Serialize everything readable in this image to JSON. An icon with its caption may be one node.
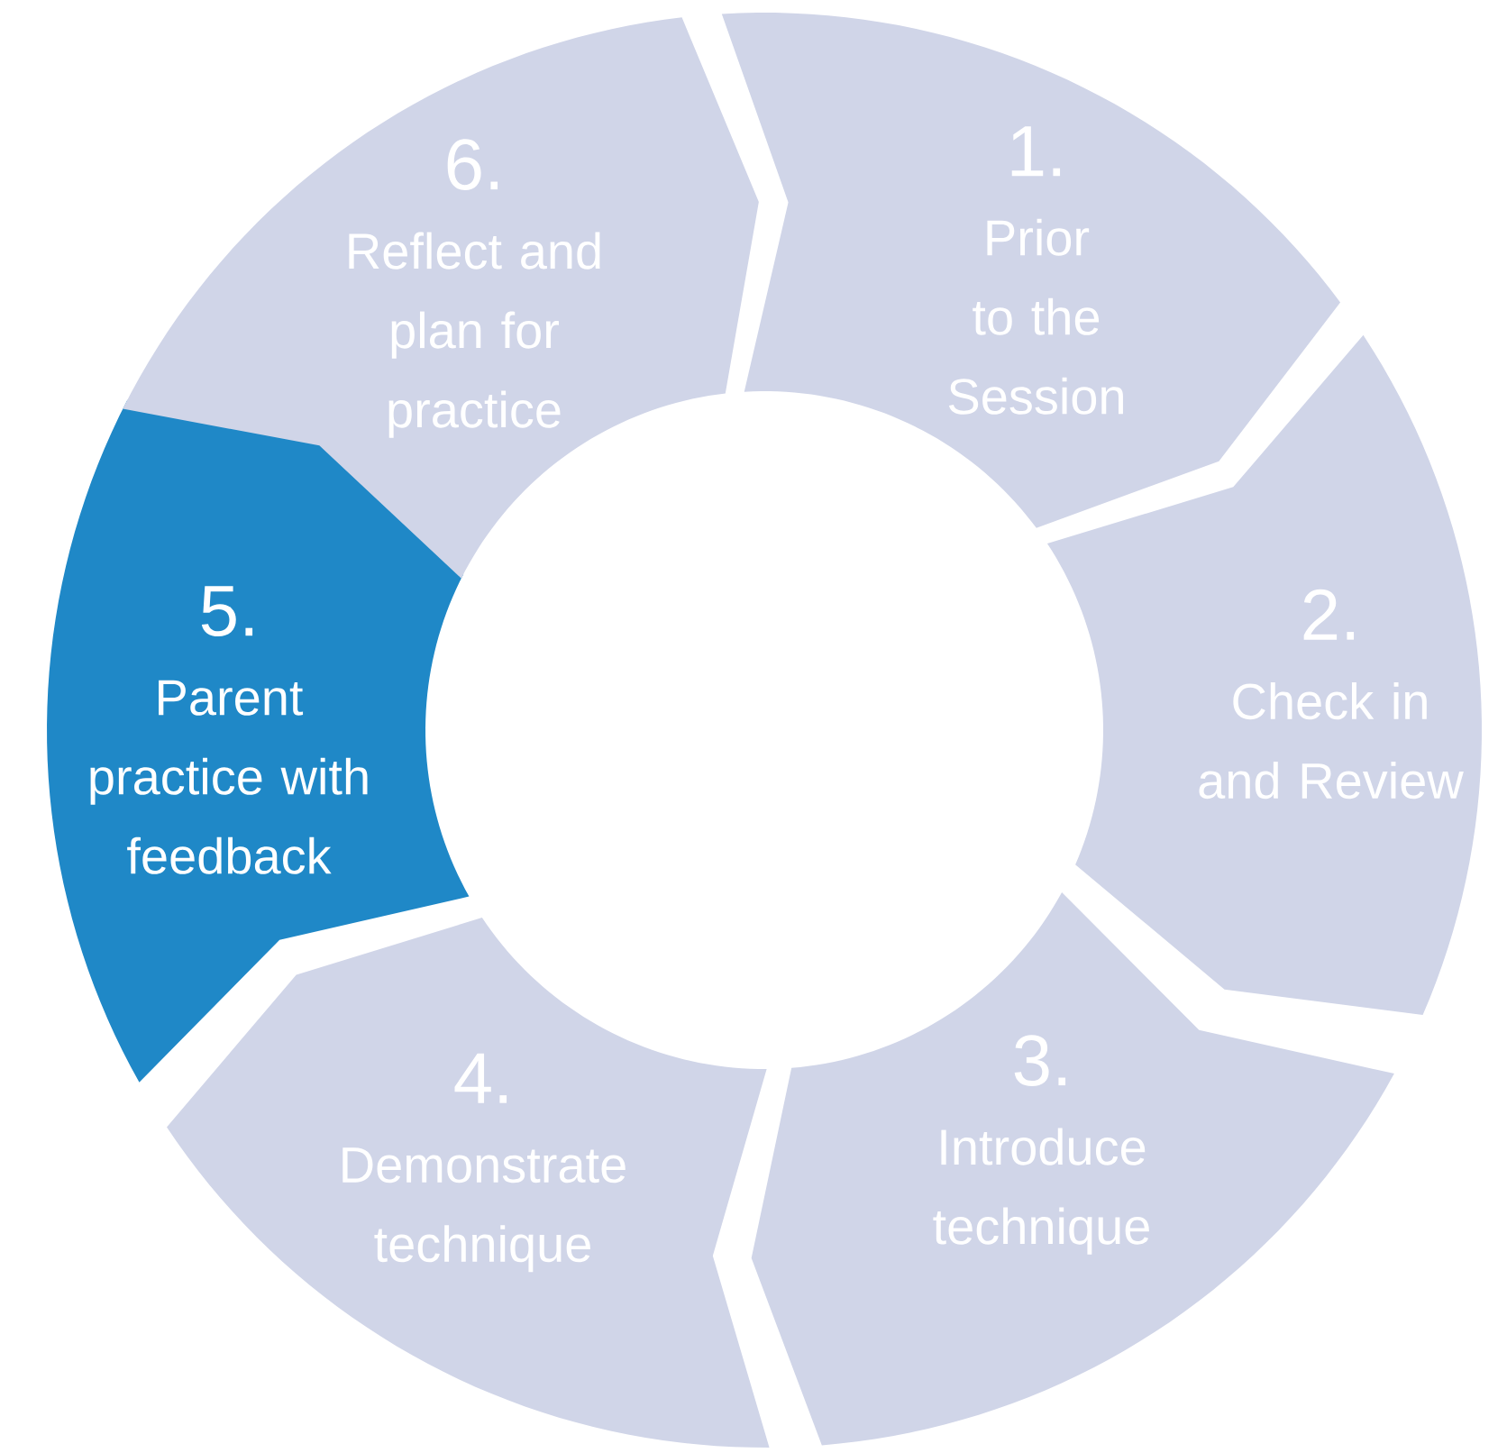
{
  "diagram": {
    "nodes": [
      {
        "text": [
          "1.",
          "Prior to the Session"
        ]
      },
      {
        "text": [
          "2.",
          "Check in and Review"
        ]
      },
      {
        "text": [
          "3.",
          "Introduce technique"
        ]
      },
      {
        "text": [
          "4.",
          "Demonstrate technique"
        ]
      },
      {
        "text": [
          "5.",
          "Parent practice with feedback"
        ]
      },
      {
        "text": [
          "6.",
          "Reflect and plan for practice"
        ]
      }
    ]
  }
}
